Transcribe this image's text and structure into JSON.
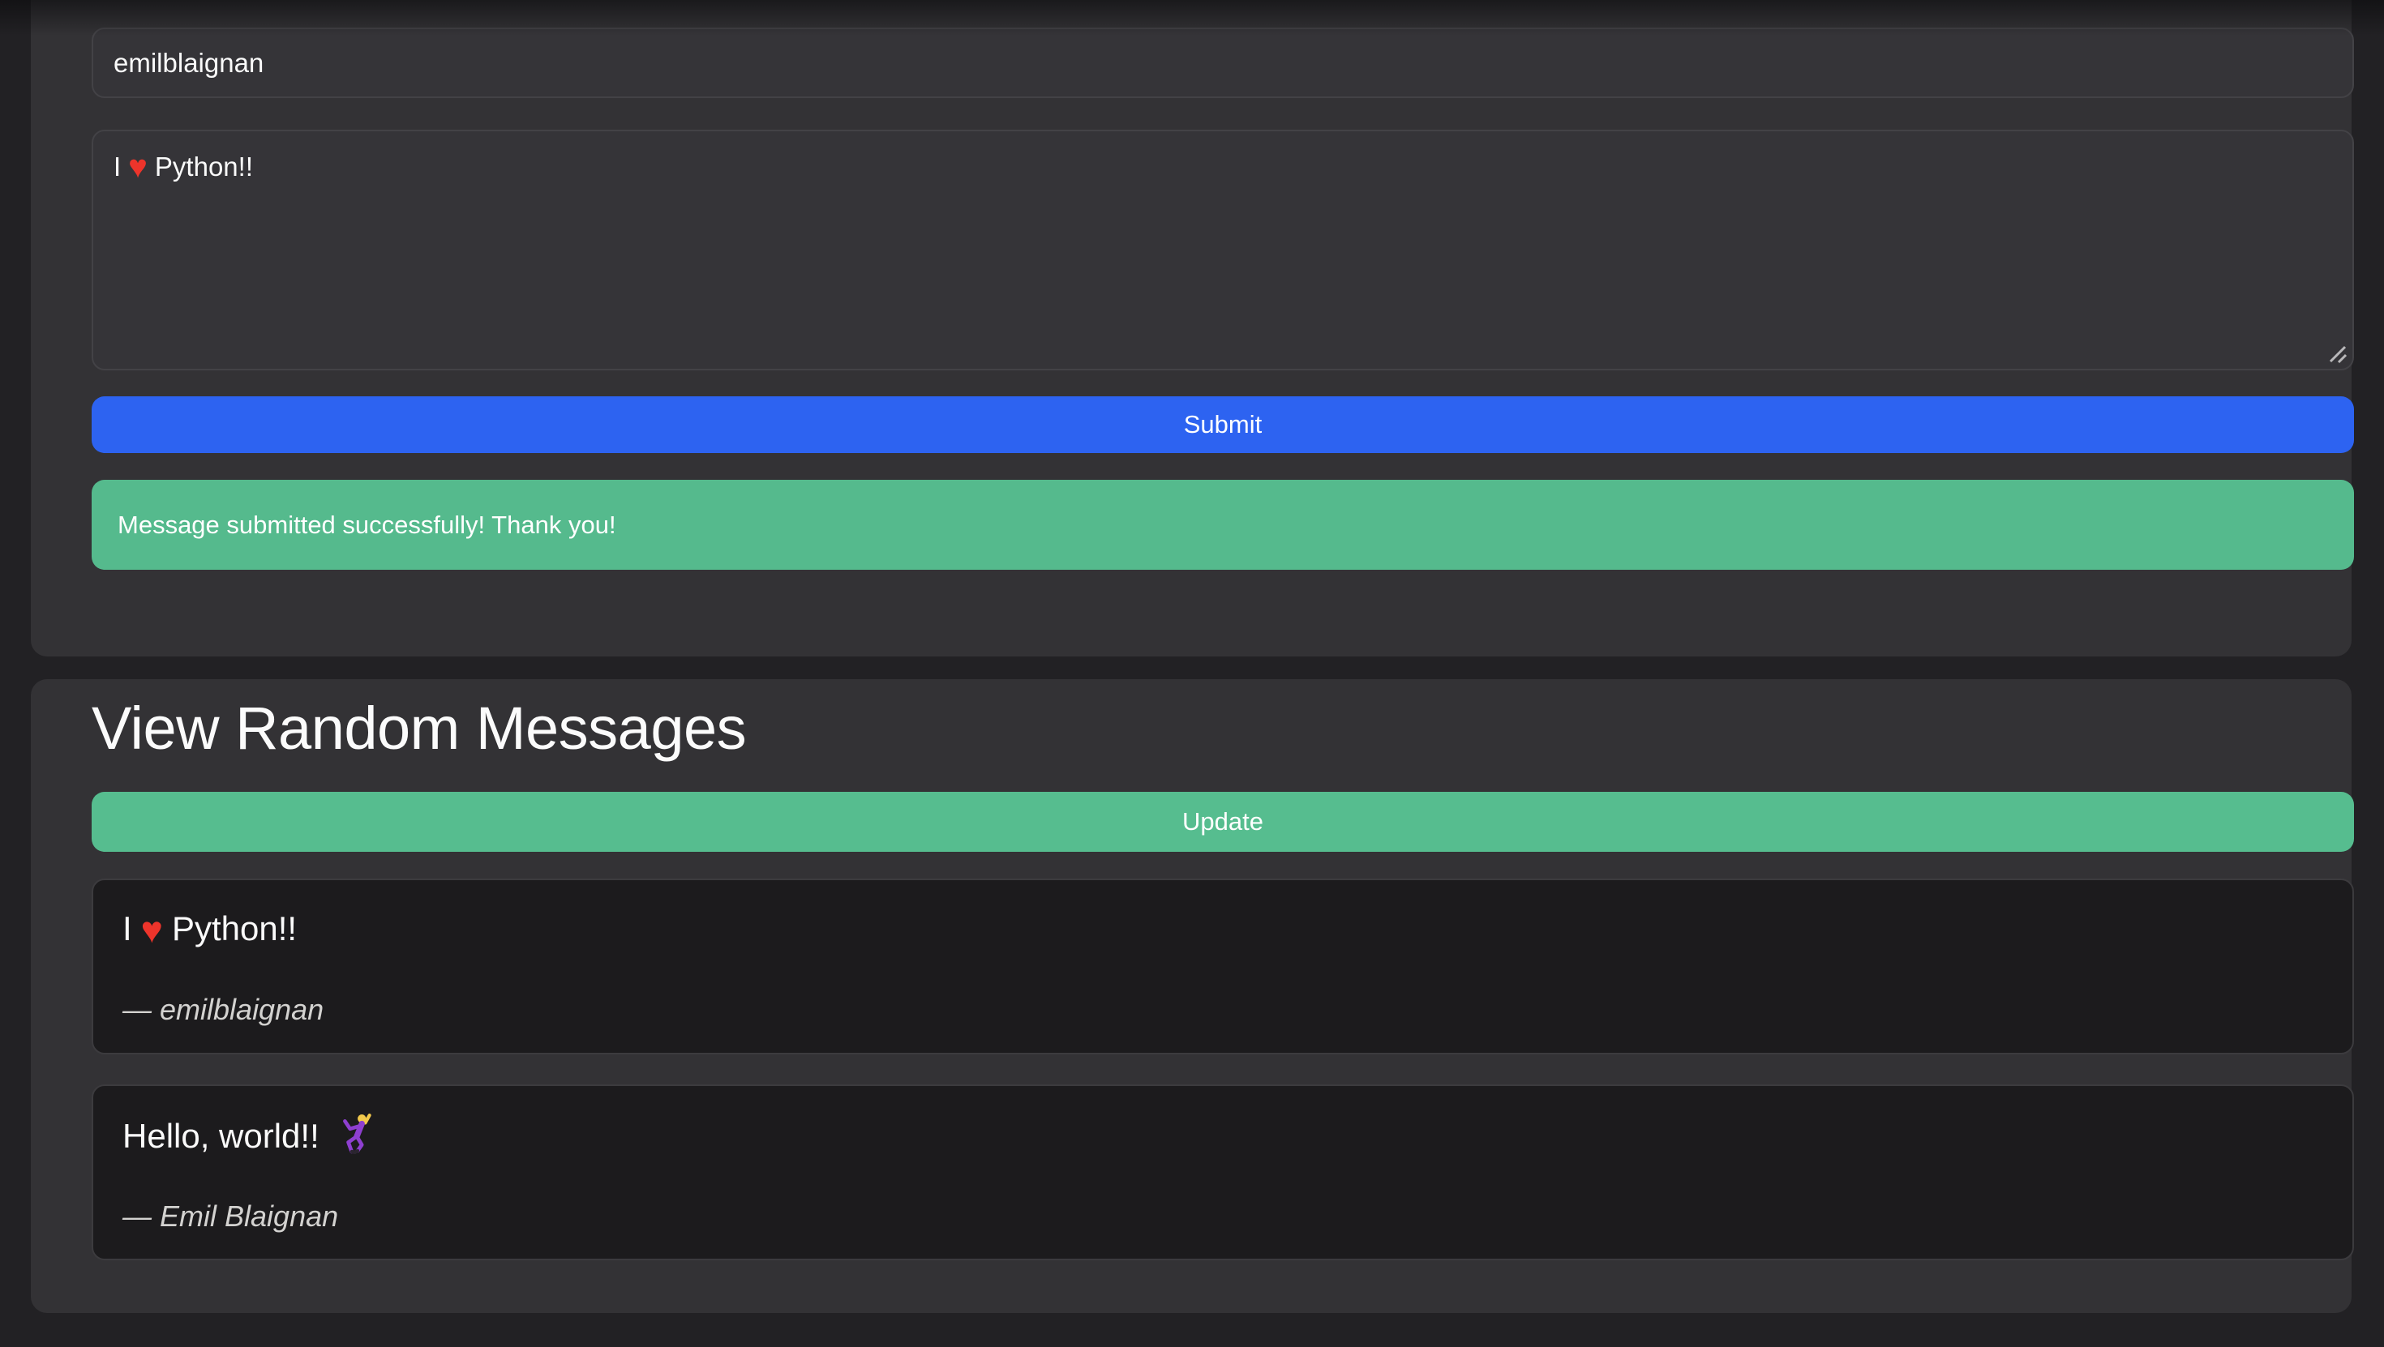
{
  "page": {
    "background": "#222124",
    "panel_background": "#333235"
  },
  "form": {
    "name_input": {
      "value": "emilblaignan",
      "placeholder": ""
    },
    "message_input": {
      "value": "I ❤️ Python!!",
      "value_before_emoji": "I",
      "value_after_emoji": "Python!!",
      "emoji_name": "red-heart"
    },
    "submit_label": "Submit",
    "success_message": "Message submitted successfully! Thank you!"
  },
  "view_section": {
    "title": "View Random Messages",
    "update_label": "Update",
    "author_prefix": "— ",
    "messages": [
      {
        "text": "I ❤️ Python!!",
        "text_before_emoji": "I",
        "text_after_emoji": "Python!!",
        "emoji_name": "red-heart",
        "author": "emilblaignan"
      },
      {
        "text": "Hello, world!! 🕺",
        "text_before_emoji": "Hello, world!!",
        "text_after_emoji": "",
        "emoji_name": "man-dancing",
        "author": "Emil Blaignan"
      }
    ]
  },
  "icons": {
    "heart_glyph": "♥",
    "man_dancing_char": "🕺",
    "resize_handle": "textarea-resize-grip"
  },
  "colors": {
    "accent_blue": "#2d63f1",
    "accent_green": "#55ba8d",
    "field_background": "#353438",
    "field_border": "#434246",
    "card_background": "#1c1b1d",
    "card_border": "#3c3b3e",
    "text_primary": "#fafafa",
    "text_author": "#d3d2d0",
    "heart_red": "#ed342b"
  }
}
